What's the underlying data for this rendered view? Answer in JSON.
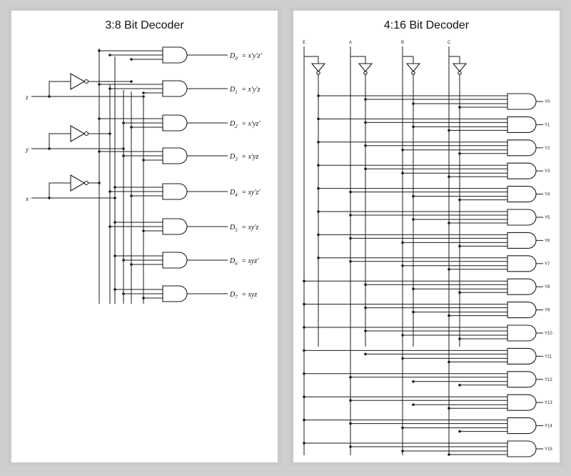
{
  "left_panel": {
    "title": "3:8 Bit Decoder",
    "inputs": [
      "z",
      "y",
      "x"
    ],
    "outputs": [
      {
        "name": "D",
        "sub": "0",
        "expr": "= x′y′z′"
      },
      {
        "name": "D",
        "sub": "1",
        "expr": "= x′y′z"
      },
      {
        "name": "D",
        "sub": "2",
        "expr": "= x′yz′"
      },
      {
        "name": "D",
        "sub": "3",
        "expr": "= x′yz"
      },
      {
        "name": "D",
        "sub": "4",
        "expr": "= xy′z′"
      },
      {
        "name": "D",
        "sub": "5",
        "expr": "= xy′z"
      },
      {
        "name": "D",
        "sub": "6",
        "expr": "= xyz′"
      },
      {
        "name": "D",
        "sub": "7",
        "expr": "= xyz"
      }
    ]
  },
  "right_panel": {
    "title": "4:16 Bit Decoder",
    "inputs": [
      "E",
      "A",
      "B",
      "C"
    ],
    "outputs": [
      "Y0",
      "Y1",
      "Y2",
      "Y3",
      "Y4",
      "Y5",
      "Y6",
      "Y7",
      "Y8",
      "Y9",
      "Y10",
      "Y11",
      "Y12",
      "Y13",
      "Y14",
      "Y15"
    ]
  }
}
